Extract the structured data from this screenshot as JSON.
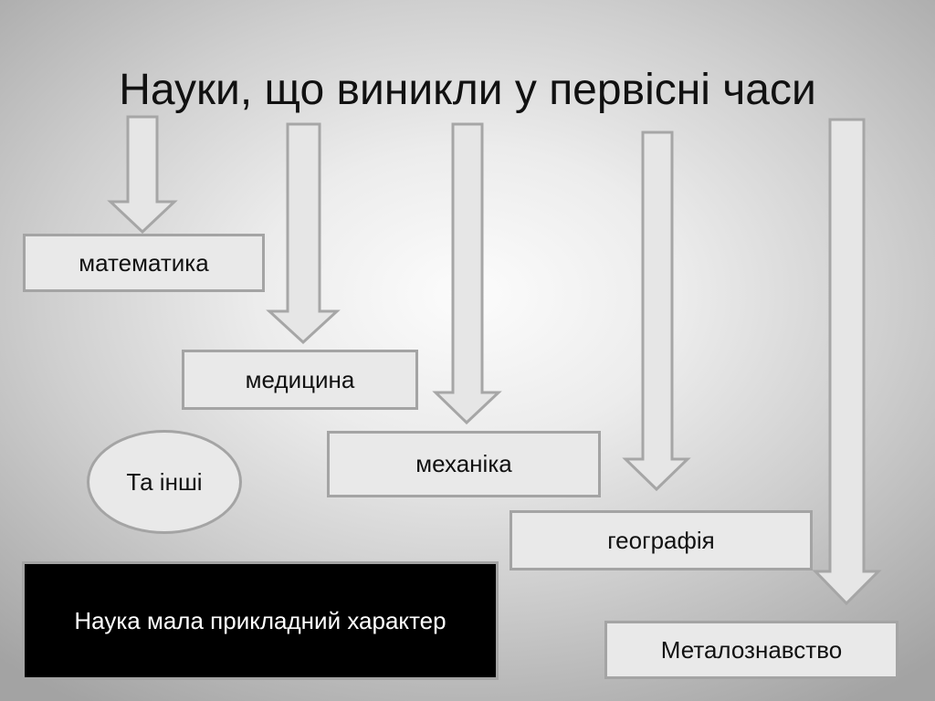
{
  "slide": {
    "title": "Науки, що виникли у первісні часи"
  },
  "sciences": {
    "mathematics": "математика",
    "medicine": "медицина",
    "mechanics": "механіка",
    "geography": "географія",
    "metallurgy": "Металознавство"
  },
  "others_label": "Та інші",
  "note": "Наука мала прикладний характер",
  "colors": {
    "box_fill": "#e9e9e9",
    "box_border": "#a4a4a4",
    "note_fill": "#000000",
    "note_text": "#ffffff"
  }
}
